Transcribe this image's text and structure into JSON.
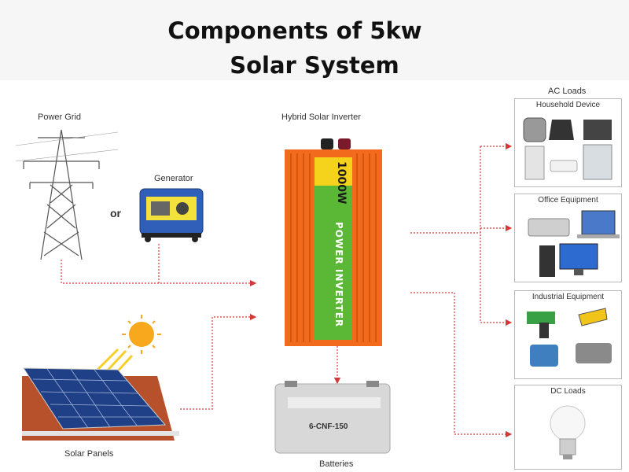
{
  "title": {
    "line1": "Components of 5kw",
    "line2": "Solar System"
  },
  "labels": {
    "power_grid": "Power Grid",
    "generator": "Generator",
    "or": "or",
    "hybrid_inverter": "Hybrid Solar Inverter",
    "solar_panels": "Solar Panels",
    "batteries": "Batteries",
    "ac_loads": "AC Loads"
  },
  "load_boxes": {
    "household": "Household Device",
    "office": "Office Equipment",
    "industrial": "Industrial Equipment",
    "dc": "DC Loads"
  },
  "inverter": {
    "rating": "1000W",
    "brand": "POWER INVERTER"
  },
  "battery": {
    "model": "6-CNF-150"
  },
  "colors": {
    "connector": "#d23a3a",
    "inverter_orange": "#f26a1b",
    "inverter_green": "#5bb837"
  }
}
